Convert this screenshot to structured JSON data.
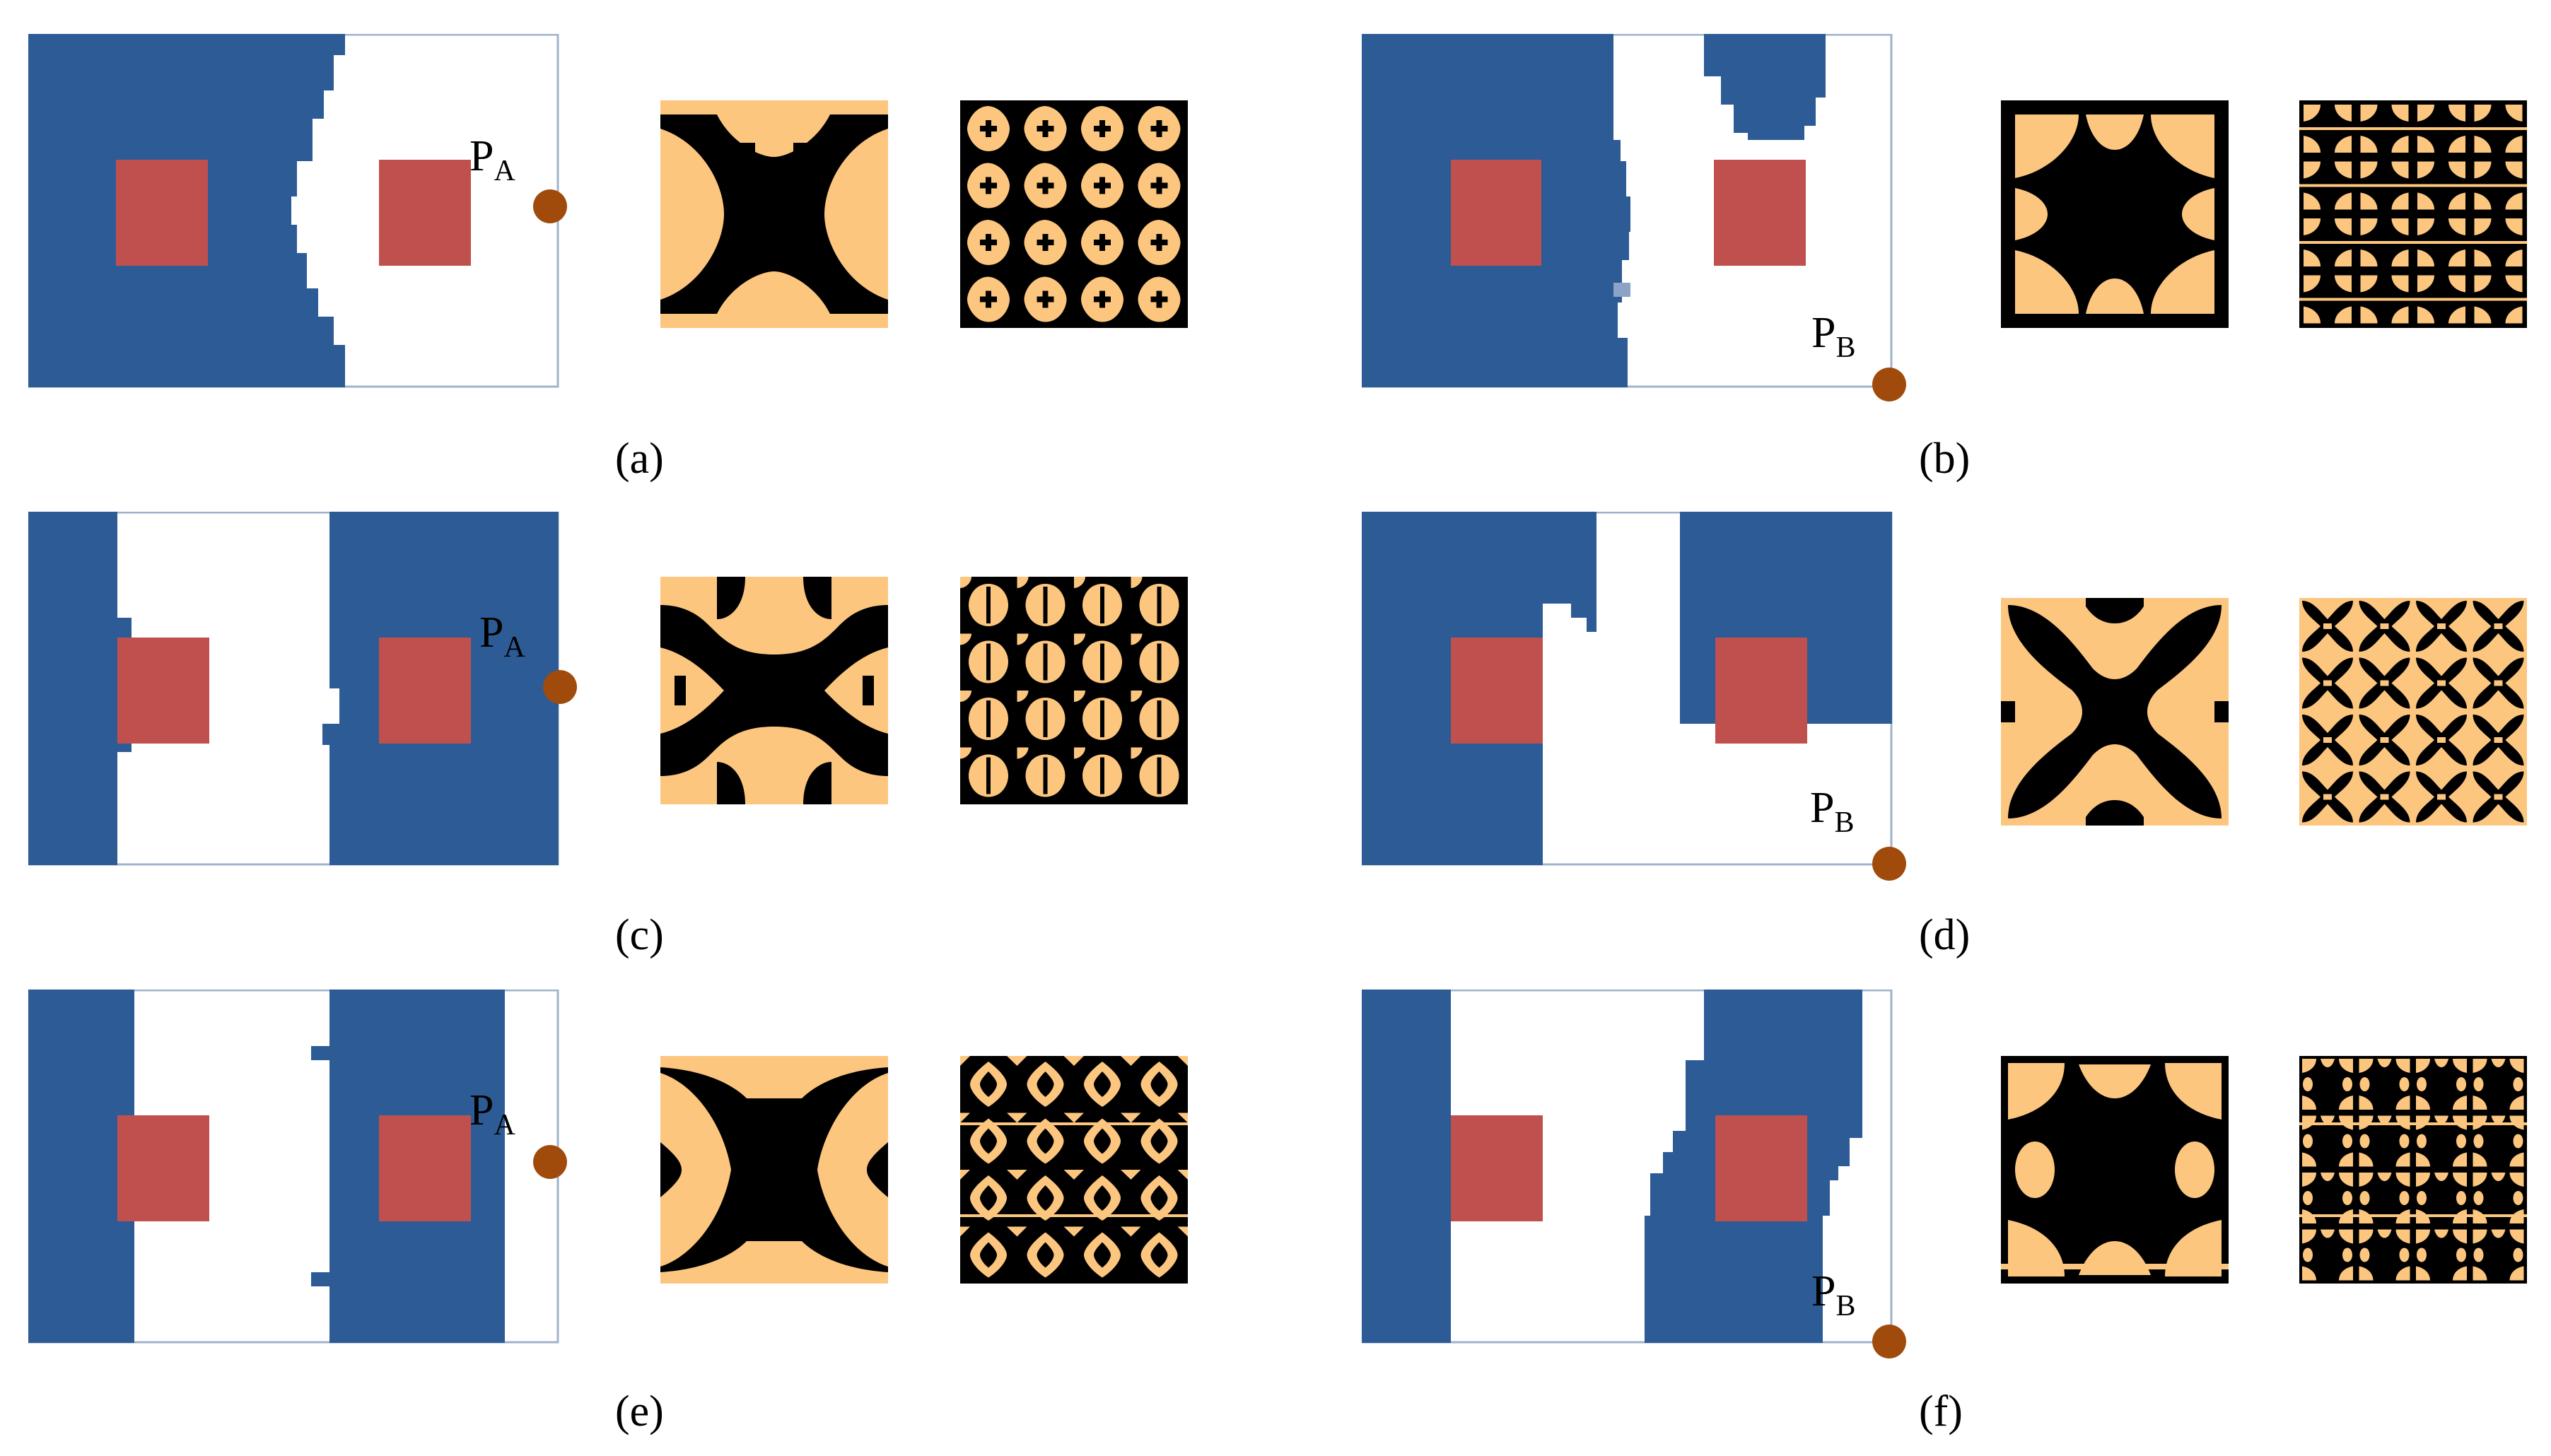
{
  "colors": {
    "solid_region": "#2D5B95",
    "void_region": "#FFFFFF",
    "inclusion": "#C0504D",
    "border": "#9FB3CC",
    "point": "#A04A0B",
    "cell_material": "#000000",
    "cell_void": "#FDC67F"
  },
  "panels": [
    {
      "id": "a",
      "caption": "(a)",
      "point": {
        "base": "P",
        "sub": "A"
      },
      "style": "cell-a",
      "style2": "array-a"
    },
    {
      "id": "b",
      "caption": "(b)",
      "point": {
        "base": "P",
        "sub": "B"
      },
      "style": "cell-b",
      "style2": "array-b"
    },
    {
      "id": "c",
      "caption": "(c)",
      "point": {
        "base": "P",
        "sub": "A"
      },
      "style": "cell-c",
      "style2": "array-c"
    },
    {
      "id": "d",
      "caption": "(d)",
      "point": {
        "base": "P",
        "sub": "B"
      },
      "style": "cell-d",
      "style2": "array-d"
    },
    {
      "id": "e",
      "caption": "(e)",
      "point": {
        "base": "P",
        "sub": "A"
      },
      "style": "cell-e",
      "style2": "array-e"
    },
    {
      "id": "f",
      "caption": "(f)",
      "point": {
        "base": "P",
        "sub": "B"
      },
      "style": "cell-f",
      "style2": "array-f"
    }
  ]
}
